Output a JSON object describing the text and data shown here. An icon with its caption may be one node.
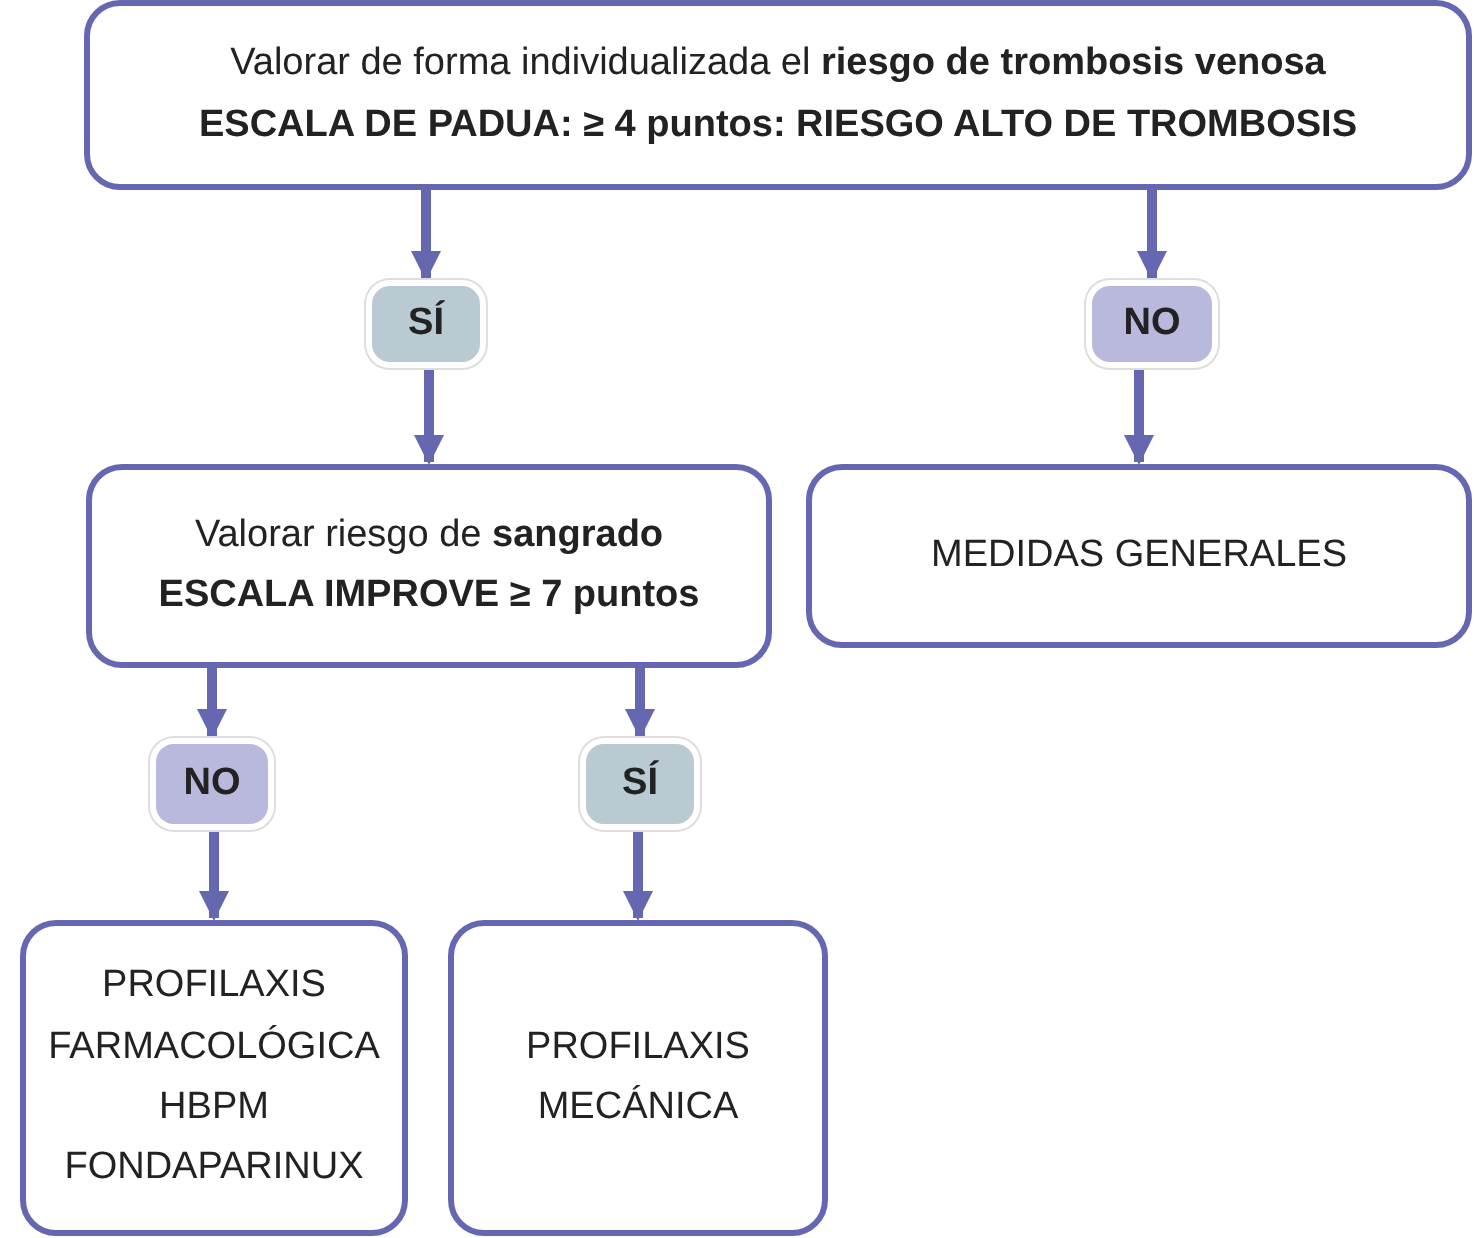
{
  "diagram": {
    "nodes": [
      {
        "text": [
          "Valorar de forma individualizada el **riesgo de trombosis venosa**",
          "ESCALA DE PADUA: ≥ 4 puntos: RIESGO ALTO DE TROMBOSIS"
        ]
      },
      {
        "text": [
          "SÍ"
        ]
      },
      {
        "text": [
          "NO"
        ]
      },
      {
        "text": [
          "Valorar riesgo de **sangrado**",
          "ESCALA IMPROVE ≥ 7 puntos"
        ]
      },
      {
        "text": [
          "MEDIDAS GENERALES"
        ]
      },
      {
        "text": [
          "NO"
        ]
      },
      {
        "text": [
          "SÍ"
        ]
      },
      {
        "text": [
          "PROFILAXIS FARMACOLÓGICA HBPM FONDAPARINUX"
        ]
      },
      {
        "text": [
          "PROFILAXIS MECÁNICA"
        ]
      }
    ],
    "edges": [
      {
        "from": 0,
        "to": 1,
        "arrow": "to"
      },
      {
        "from": 1,
        "to": 3,
        "arrow": "to"
      },
      {
        "from": 0,
        "to": 2,
        "arrow": "to"
      },
      {
        "from": 2,
        "to": 4,
        "arrow": "to"
      },
      {
        "from": 3,
        "to": 5,
        "arrow": "to"
      },
      {
        "from": 5,
        "to": 7,
        "arrow": "to"
      },
      {
        "from": 3,
        "to": 6,
        "arrow": "to"
      },
      {
        "from": 6,
        "to": 8,
        "arrow": "to"
      }
    ]
  }
}
